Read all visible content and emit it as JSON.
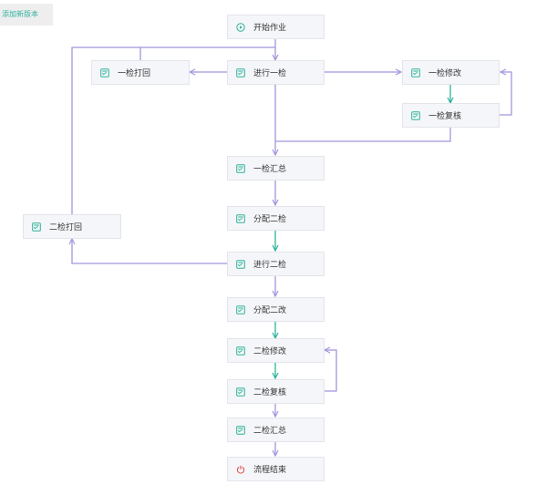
{
  "toolbar": {
    "add_version": "添加新版本"
  },
  "colors": {
    "edge_purple": "#a395dd",
    "edge_green": "#2db39b",
    "task_icon": "#2db39b",
    "stop_icon": "#e24b4b"
  },
  "nodes": {
    "start": {
      "label": "开始作业",
      "icon": "play-circle-icon"
    },
    "first_return": {
      "label": "一检打回",
      "icon": "checklist-icon"
    },
    "first_check": {
      "label": "进行一检",
      "icon": "checklist-icon"
    },
    "first_modify": {
      "label": "一检修改",
      "icon": "checklist-icon"
    },
    "first_recheck": {
      "label": "一检复核",
      "icon": "checklist-icon"
    },
    "first_summary": {
      "label": "一检汇总",
      "icon": "checklist-icon"
    },
    "assign_second": {
      "label": "分配二检",
      "icon": "checklist-icon"
    },
    "second_return": {
      "label": "二检打回",
      "icon": "checklist-icon"
    },
    "second_check": {
      "label": "进行二检",
      "icon": "checklist-icon"
    },
    "assign_modify": {
      "label": "分配二改",
      "icon": "checklist-icon"
    },
    "second_modify": {
      "label": "二检修改",
      "icon": "checklist-icon"
    },
    "second_recheck": {
      "label": "二检复核",
      "icon": "checklist-icon"
    },
    "second_summary": {
      "label": "二检汇总",
      "icon": "checklist-icon"
    },
    "end": {
      "label": "流程结束",
      "icon": "power-icon"
    }
  }
}
